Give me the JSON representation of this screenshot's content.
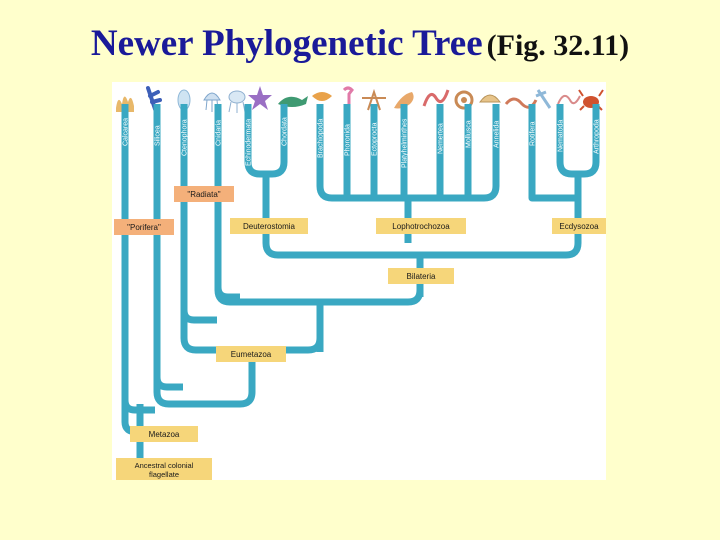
{
  "slide": {
    "title": "Newer Phylogenetic Tree",
    "fig_ref": "(Fig. 32.11)"
  },
  "taxa": [
    "Calcarea",
    "Silicea",
    "Ctenophora",
    "Cnidaria",
    "Echinodermata",
    "Chordata",
    "Brachiopoda",
    "Phoronida",
    "Ectoprocta",
    "Platyhelminthes",
    "Nemertea",
    "Mollusca",
    "Annelida",
    "Rotifera",
    "Nematoda",
    "Arthropoda"
  ],
  "clades": {
    "radiata": "\"Radiata\"",
    "porifera": "\"Porifera\"",
    "deuterostomia": "Deuterostomia",
    "lophotrochozoa": "Lophotrochozoa",
    "ecdysozoa": "Ecdysozoa",
    "bilateria": "Bilateria",
    "eumetazoa": "Eumetazoa",
    "metazoa": "Metazoa",
    "ancestor_line1": "Ancestral colonial",
    "ancestor_line2": "flagellate"
  },
  "colors": {
    "branch": "#3aa8c2",
    "label_box": "#f6d67a",
    "label_box_alt": "#f4b07a",
    "figure_bg": "#ffffff",
    "title": "#1a1a99"
  }
}
